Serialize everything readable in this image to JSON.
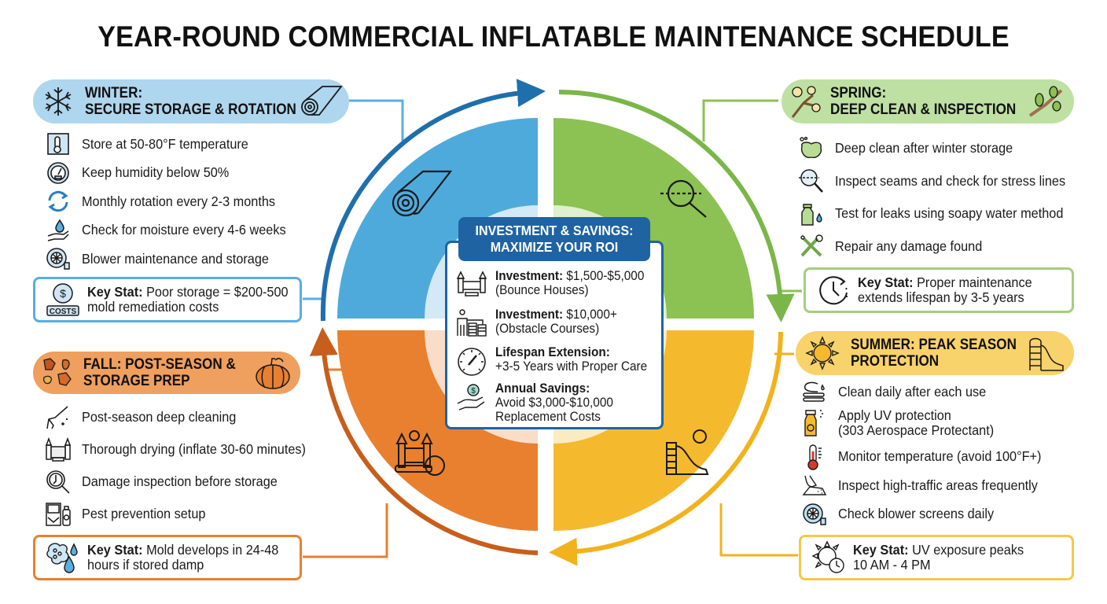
{
  "title": "YEAR-ROUND COMMERCIAL INFLATABLE MAINTENANCE SCHEDULE",
  "colors": {
    "winter": "#4faadc",
    "winter_light": "#cfe6f5",
    "winter_arrow": "#1f6fad",
    "spring": "#8cc153",
    "spring_light": "#ddedc8",
    "spring_arrow": "#7ab648",
    "summer": "#f5b92e",
    "summer_light": "#fbeac0",
    "summer_arrow": "#f2b21c",
    "fall": "#e8802f",
    "fall_light": "#f8dcc5",
    "fall_arrow": "#c75e1c",
    "center": "#1f63a3"
  },
  "seasons": {
    "winter": {
      "header_line1": "WINTER:",
      "header_line2": "SECURE STORAGE & ROTATION",
      "header_icon_left": "snowflake-icon",
      "header_icon_right": "rolled-mat-icon",
      "items": [
        {
          "icon": "thermometer-box-icon",
          "text": "Store at 50-80°F temperature"
        },
        {
          "icon": "humidity-gauge-icon",
          "text": "Keep humidity below 50%"
        },
        {
          "icon": "rotation-arrows-icon",
          "text": "Monthly rotation every 2-3 months"
        },
        {
          "icon": "hand-water-drop-icon",
          "text": "Check for moisture every 4-6 weeks"
        },
        {
          "icon": "blower-icon",
          "text": "Blower maintenance and storage"
        }
      ],
      "stat_label": "Key Stat:",
      "stat_line1": " Poor storage = $200-500",
      "stat_line2": "mold remediation costs",
      "stat_icon": "costs-coin-icon",
      "stat_icon_text": "COSTS"
    },
    "spring": {
      "header_line1": "SPRING:",
      "header_line2": "DEEP CLEAN & INSPECTION",
      "header_icon_left": "blossom-branch-icon",
      "header_icon_right": "leaf-branch-icon",
      "items": [
        {
          "icon": "sponge-icon",
          "text": "Deep clean after winter storage"
        },
        {
          "icon": "seam-magnifier-icon",
          "text": "Inspect seams and check for stress lines"
        },
        {
          "icon": "spray-bottle-icon",
          "text": "Test for leaks using soapy water method"
        },
        {
          "icon": "tools-icon",
          "text": "Repair any damage found"
        }
      ],
      "stat_label": "Key Stat:",
      "stat_line1": " Proper maintenance",
      "stat_line2": "extends lifespan by 3-5 years",
      "stat_icon": "clock-cycle-icon"
    },
    "summer": {
      "header_line1": "SUMMER: PEAK SEASON",
      "header_line2": "PROTECTION",
      "header_icon_left": "sun-icon",
      "header_icon_right": "slide-icon",
      "items": [
        {
          "icon": "hose-towels-icon",
          "text": "Clean daily after each use"
        },
        {
          "icon": "uv-spray-icon",
          "text": "Apply UV protection",
          "text2": "(303 Aerospace Protectant)"
        },
        {
          "icon": "thermometer-icon",
          "text": "Monitor temperature (avoid 100°F+)"
        },
        {
          "icon": "footprint-icon",
          "text": "Inspect high-traffic areas frequently"
        },
        {
          "icon": "blower-icon",
          "text": "Check blower screens daily"
        }
      ],
      "stat_label": "Key Stat:",
      "stat_line1": " UV exposure peaks",
      "stat_line2": "10 AM - 4 PM",
      "stat_icon": "sun-clock-icon"
    },
    "fall": {
      "header_line1": "FALL: POST-SEASON &",
      "header_line2": "STORAGE PREP",
      "header_icon_left": "autumn-leaves-icon",
      "header_icon_right": "pumpkin-icon",
      "items": [
        {
          "icon": "pressure-washer-icon",
          "text": "Post-season deep cleaning"
        },
        {
          "icon": "bounce-house-icon",
          "text": "Thorough drying (inflate 30-60 minutes)"
        },
        {
          "icon": "magnifier-icon",
          "text": "Damage inspection before storage"
        },
        {
          "icon": "pest-trap-icon",
          "text": "Pest prevention setup"
        }
      ],
      "stat_label": "Key Stat:",
      "stat_line1": " Mold develops in 24-48",
      "stat_line2": "hours if stored damp",
      "stat_icon": "mold-drops-icon"
    }
  },
  "center": {
    "header_line1": "INVESTMENT & SAVINGS:",
    "header_line2": "MAXIMIZE YOUR ROI",
    "items": [
      {
        "icon": "bounce-house-icon",
        "label": "Investment:",
        "value": " $1,500-$5,000",
        "line2": "(Bounce Houses)"
      },
      {
        "icon": "person-coins-icon",
        "label": "Investment:",
        "value": " $10,000+",
        "line2": "(Obstacle Courses)"
      },
      {
        "icon": "gauge-icon",
        "label": "Lifespan Extension:",
        "value": "",
        "line2": "+3-5 Years with Proper Care"
      },
      {
        "icon": "hand-coin-icon",
        "label": "Annual Savings:",
        "value": "",
        "line2": "Avoid $3,000-$10,000",
        "line3": "Replacement Costs"
      }
    ]
  }
}
